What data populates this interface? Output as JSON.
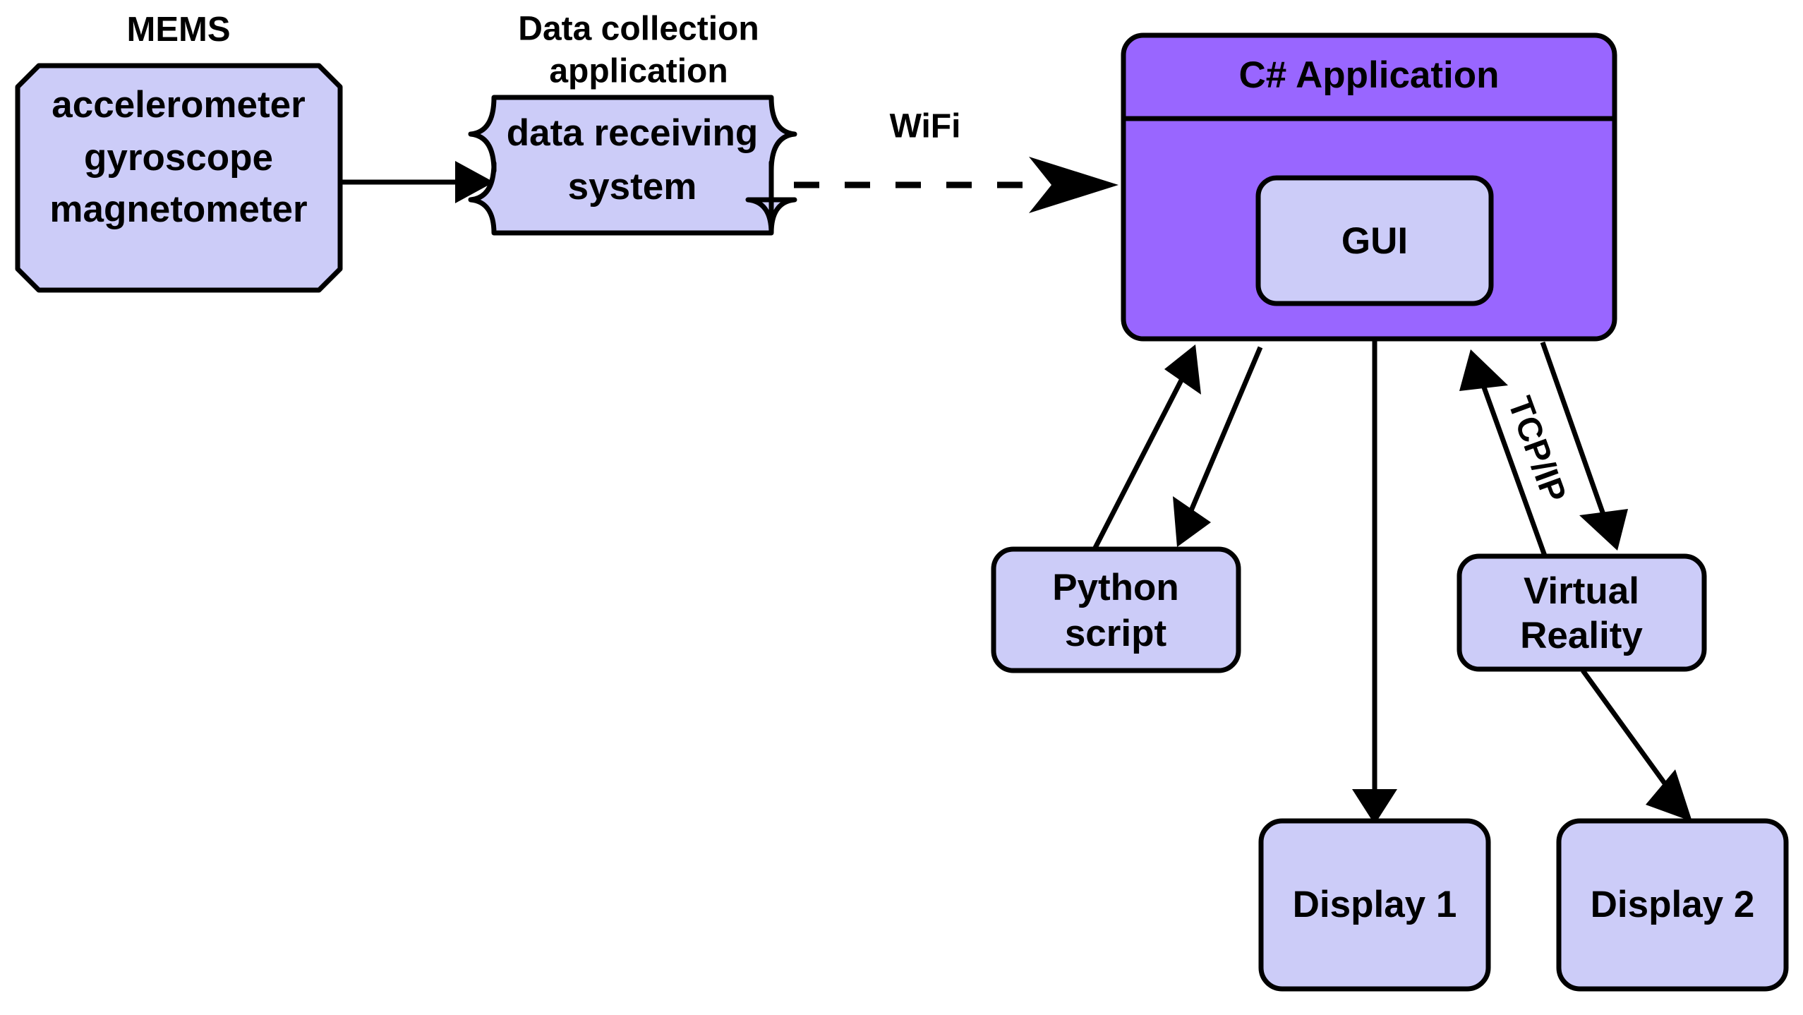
{
  "diagram": {
    "title": "System architecture flow diagram",
    "background_color": "#ffffff",
    "colors": {
      "node_fill_light": "#CCCCF8",
      "node_fill_purple": "#9966FF",
      "outline": "#000000",
      "text": "#000000"
    },
    "captions": [
      {
        "id": "mems-caption",
        "text": "MEMS"
      },
      {
        "id": "data-collection-caption-line1",
        "text": "Data collection"
      },
      {
        "id": "data-collection-caption-line2",
        "text": "application"
      }
    ],
    "nodes": [
      {
        "id": "mems-sensors",
        "shape": "chamfered-rectangle",
        "fill": "#CCCCF8",
        "lines": [
          "accelerometer",
          "gyroscope",
          "magnetometer"
        ]
      },
      {
        "id": "data-receiving-system",
        "shape": "tape-rectangle",
        "fill": "#CCCCF8",
        "lines": [
          "data receiving",
          "system"
        ]
      },
      {
        "id": "csharp-application",
        "shape": "rounded-rectangle-with-header",
        "fill": "#9966FF",
        "lines": [
          "C# Application"
        ]
      },
      {
        "id": "gui",
        "shape": "rounded-rectangle",
        "fill": "#CCCCF8",
        "lines": [
          "GUI"
        ]
      },
      {
        "id": "python-script",
        "shape": "rounded-rectangle",
        "fill": "#CCCCF8",
        "lines": [
          "Python",
          "script"
        ]
      },
      {
        "id": "virtual-reality",
        "shape": "rounded-rectangle",
        "fill": "#CCCCF8",
        "lines": [
          "Virtual",
          "Reality"
        ]
      },
      {
        "id": "display-1",
        "shape": "rounded-rectangle",
        "fill": "#CCCCF8",
        "lines": [
          "Display 1"
        ]
      },
      {
        "id": "display-2",
        "shape": "rounded-rectangle",
        "fill": "#CCCCF8",
        "lines": [
          "Display 2"
        ]
      }
    ],
    "edges": [
      {
        "id": "mems-to-data-receiving",
        "from": "mems-sensors",
        "to": "data-receiving-system",
        "style": "solid",
        "label": ""
      },
      {
        "id": "data-receiving-to-csharp",
        "from": "data-receiving-system",
        "to": "csharp-application",
        "style": "dashed",
        "label": "WiFi"
      },
      {
        "id": "python-to-csharp",
        "from": "python-script",
        "to": "csharp-application",
        "style": "solid",
        "label": ""
      },
      {
        "id": "csharp-to-python",
        "from": "csharp-application",
        "to": "python-script",
        "style": "solid",
        "label": ""
      },
      {
        "id": "vr-to-csharp",
        "from": "virtual-reality",
        "to": "csharp-application",
        "style": "solid",
        "label": "TCP/IP"
      },
      {
        "id": "csharp-to-vr",
        "from": "csharp-application",
        "to": "virtual-reality",
        "style": "solid",
        "label": ""
      },
      {
        "id": "gui-to-display-1",
        "from": "gui",
        "to": "display-1",
        "style": "solid",
        "label": ""
      },
      {
        "id": "vr-to-display-2",
        "from": "virtual-reality",
        "to": "display-2",
        "style": "solid",
        "label": ""
      }
    ],
    "edge_labels": [
      {
        "id": "wifi-label",
        "text": "WiFi"
      },
      {
        "id": "tcpip-label",
        "text": "TCP/IP"
      }
    ]
  }
}
